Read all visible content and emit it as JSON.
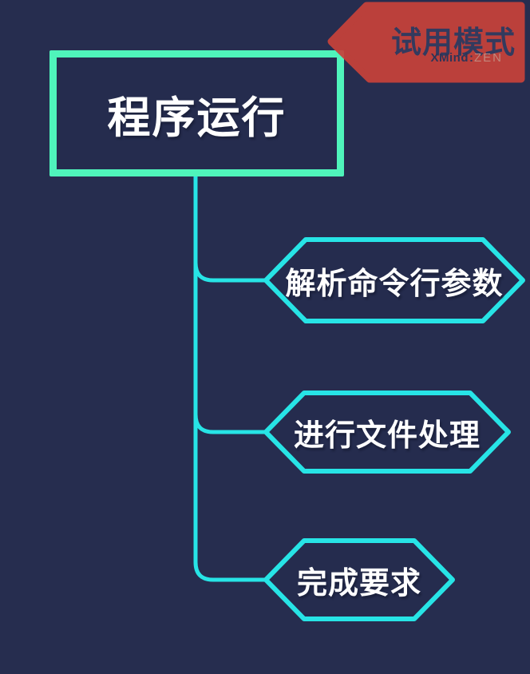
{
  "app": {
    "trial_label": "试用模式",
    "brand_bold": "XMind",
    "brand_colon": ":",
    "brand_light": "ZEN"
  },
  "map": {
    "root": {
      "label": "程序运行"
    },
    "children": [
      {
        "label": "解析命令行参数"
      },
      {
        "label": "进行文件处理"
      },
      {
        "label": "完成要求"
      }
    ]
  },
  "colors": {
    "background": "#262D4F",
    "root_border": "#4FF4BB",
    "child_border": "#27E4E6",
    "connector": "#27E4E6",
    "topic_text": "#FFFFFF",
    "banner_fill": "#C7423A",
    "banner_text": "#333A5E",
    "brand_light_text": "#C2877C"
  }
}
